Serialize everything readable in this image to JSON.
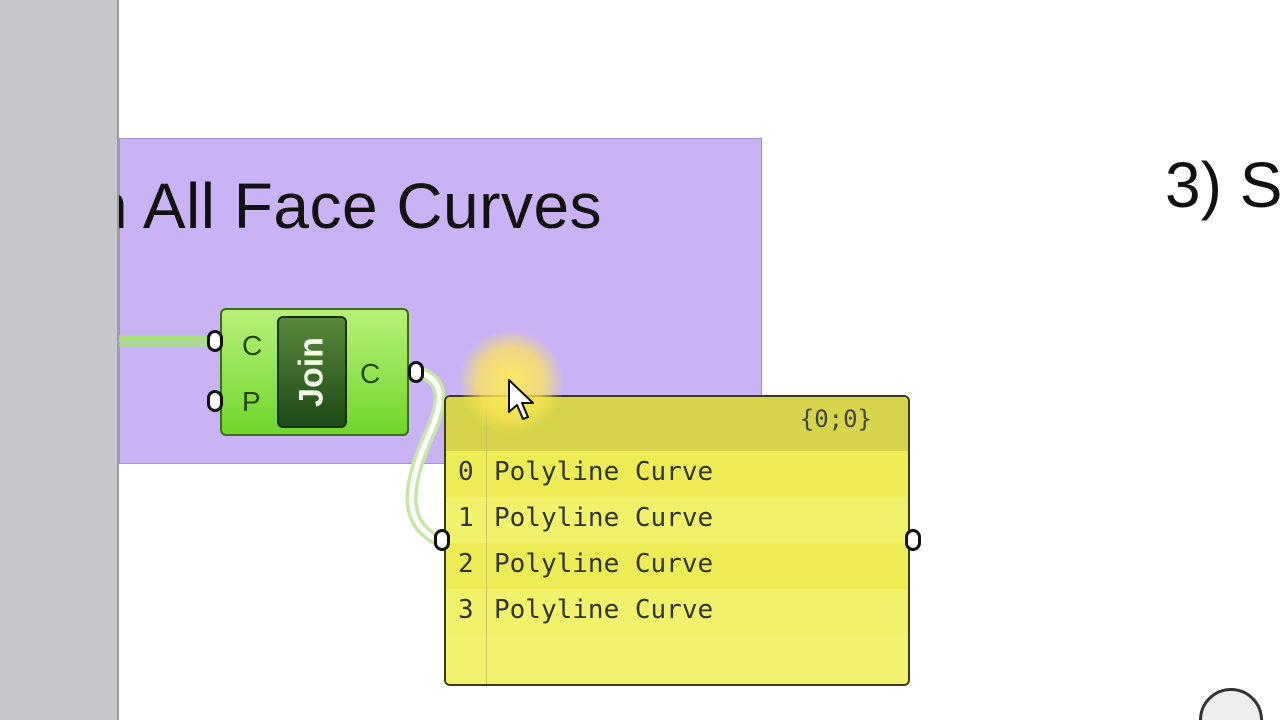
{
  "canvas": {
    "group": {
      "title": "n All Face Curves",
      "color": "#c9b3f5"
    },
    "section_title": "3) S",
    "join_component": {
      "name": "Join",
      "inputs": [
        "C",
        "P"
      ],
      "outputs": [
        "C"
      ]
    },
    "panel": {
      "path": "{0;0}",
      "items": [
        {
          "index": "0",
          "value": "Polyline Curve"
        },
        {
          "index": "1",
          "value": "Polyline Curve"
        },
        {
          "index": "2",
          "value": "Polyline Curve"
        },
        {
          "index": "3",
          "value": "Polyline Curve"
        }
      ]
    }
  },
  "colors": {
    "component_green": "#6fd62a",
    "panel_yellow": "#f1f166",
    "wire_green": "#a7e07a"
  },
  "icons": [
    "cursor-arrow-icon",
    "timer-icon"
  ]
}
